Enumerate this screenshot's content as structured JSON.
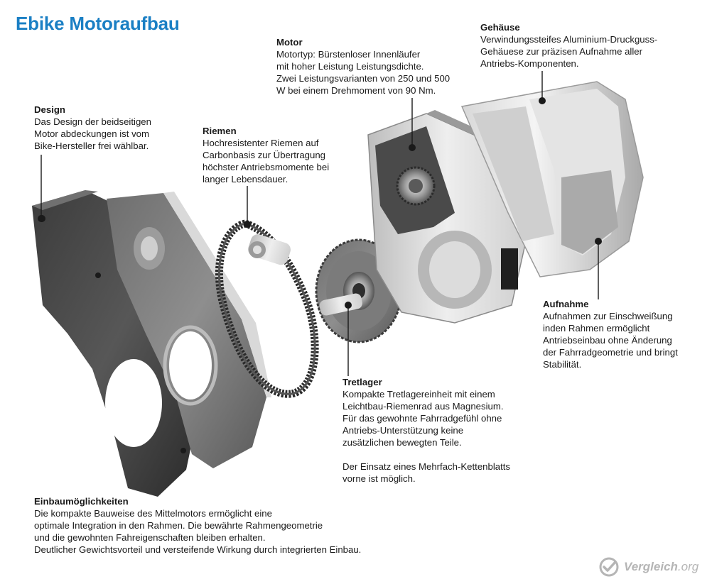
{
  "title": "Ebike Motoraufbau",
  "labels": {
    "design": {
      "heading": "Design",
      "body": "Das Design der beidseitigen\nMotor abdeckungen ist vom\nBike-Hersteller frei wählbar."
    },
    "riemen": {
      "heading": "Riemen",
      "body": "Hochresistenter Riemen auf\nCarbonbasis zur Übertragung\nhöchster Antriebsmomente bei\nlanger Lebensdauer."
    },
    "motor": {
      "heading": "Motor",
      "body": "Motortyp: Bürstenloser Innenläufer\nmit hoher Leistung Leistungsdichte.\nZwei Leistungsvarianten von 250 und 500\nW bei einem Drehmoment von 90 Nm."
    },
    "gehaeuse": {
      "heading": "Gehäuse",
      "body": "Verwindungssteifes Aluminium-Druckguss-\nGehäuese zur präzisen Aufnahme aller\nAntriebs-Komponenten."
    },
    "aufnahme": {
      "heading": "Aufnahme",
      "body": "Aufnahmen zur Einschweißung\ninden Rahmen ermöglicht\nAntriebseinbau ohne Änderung\nder Fahrradgeometrie und bringt\nStabilität."
    },
    "tretlager": {
      "heading": "Tretlager",
      "body": "Kompakte Tretlagereinheit mit einem\nLeichtbau-Riemenrad aus Magnesium.\nFür das gewohnte Fahrradgefühl ohne\nAntriebs-Unterstützung keine\nzusätzlichen bewegten Teile.\n\nDer Einsatz eines Mehrfach-Kettenblatts\nvorne ist möglich."
    },
    "einbau": {
      "heading": "Einbaumöglichkeiten",
      "body": "Die kompakte Bauweise des Mittelmotors ermöglicht eine\noptimale Integration in den Rahmen. Die bewährte Rahmengeometrie\nund die gewohnten Fahreigenschaften bleiben erhalten.\nDeutlicher Gewichtsvorteil und versteifende Wirkung durch integrierten Einbau."
    }
  },
  "logo": {
    "brand": "Vergleich",
    "suffix": ".org"
  },
  "colors": {
    "title": "#1a7fc4",
    "logo": "#b5b5b5"
  }
}
